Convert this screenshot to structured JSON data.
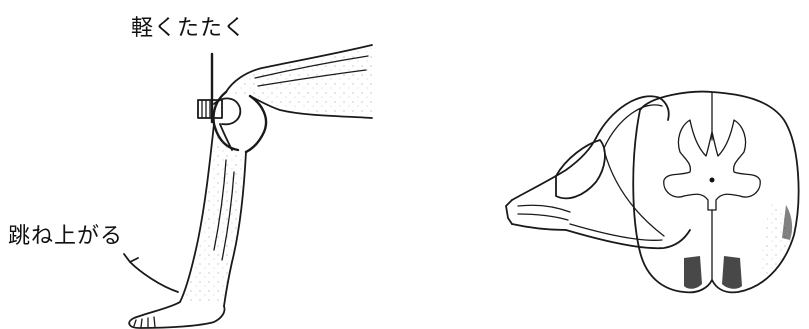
{
  "labels": {
    "tap": "軽くたたく",
    "jump": "跳ね上がる"
  },
  "figures": {
    "leg": "knee-reflex-leg-illustration",
    "spinal_cord": "spinal-cord-cross-section"
  },
  "colors": {
    "ink": "#1a1a1a",
    "background": "#ffffff"
  }
}
